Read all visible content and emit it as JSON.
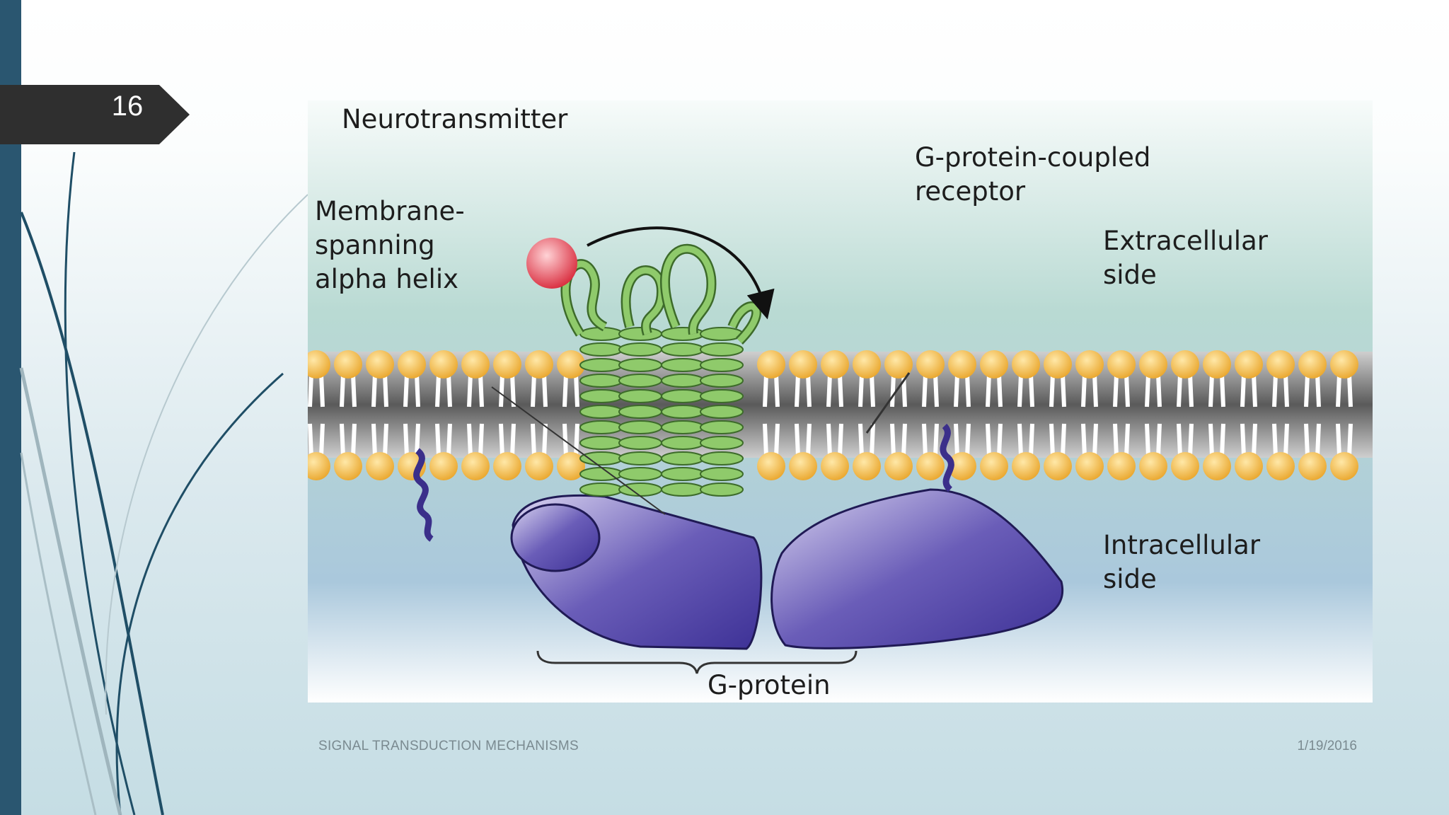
{
  "slide": {
    "number": "16",
    "footer_title": "SIGNAL TRANSDUCTION MECHANISMS",
    "footer_date": "1/19/2016",
    "accent_color": "#2a5670",
    "tag_color": "#2f2f2f"
  },
  "figure": {
    "labels": {
      "neurotransmitter": "Neurotransmitter",
      "gpcr_line1": "G-protein-coupled",
      "gpcr_line2": "receptor",
      "helix_line1": "Membrane-",
      "helix_line2": "spanning",
      "helix_line3": "alpha helix",
      "extra_line1": "Extracellular",
      "extra_line2": "side",
      "intra_line1": "Intracellular",
      "intra_line2": "side",
      "gprotein": "G-protein"
    },
    "colors": {
      "lipid_head": "#f2b43a",
      "receptor": "#8fca6b",
      "gprotein": "#4a3fa0",
      "neurotransmitter": "#e0404c"
    }
  }
}
